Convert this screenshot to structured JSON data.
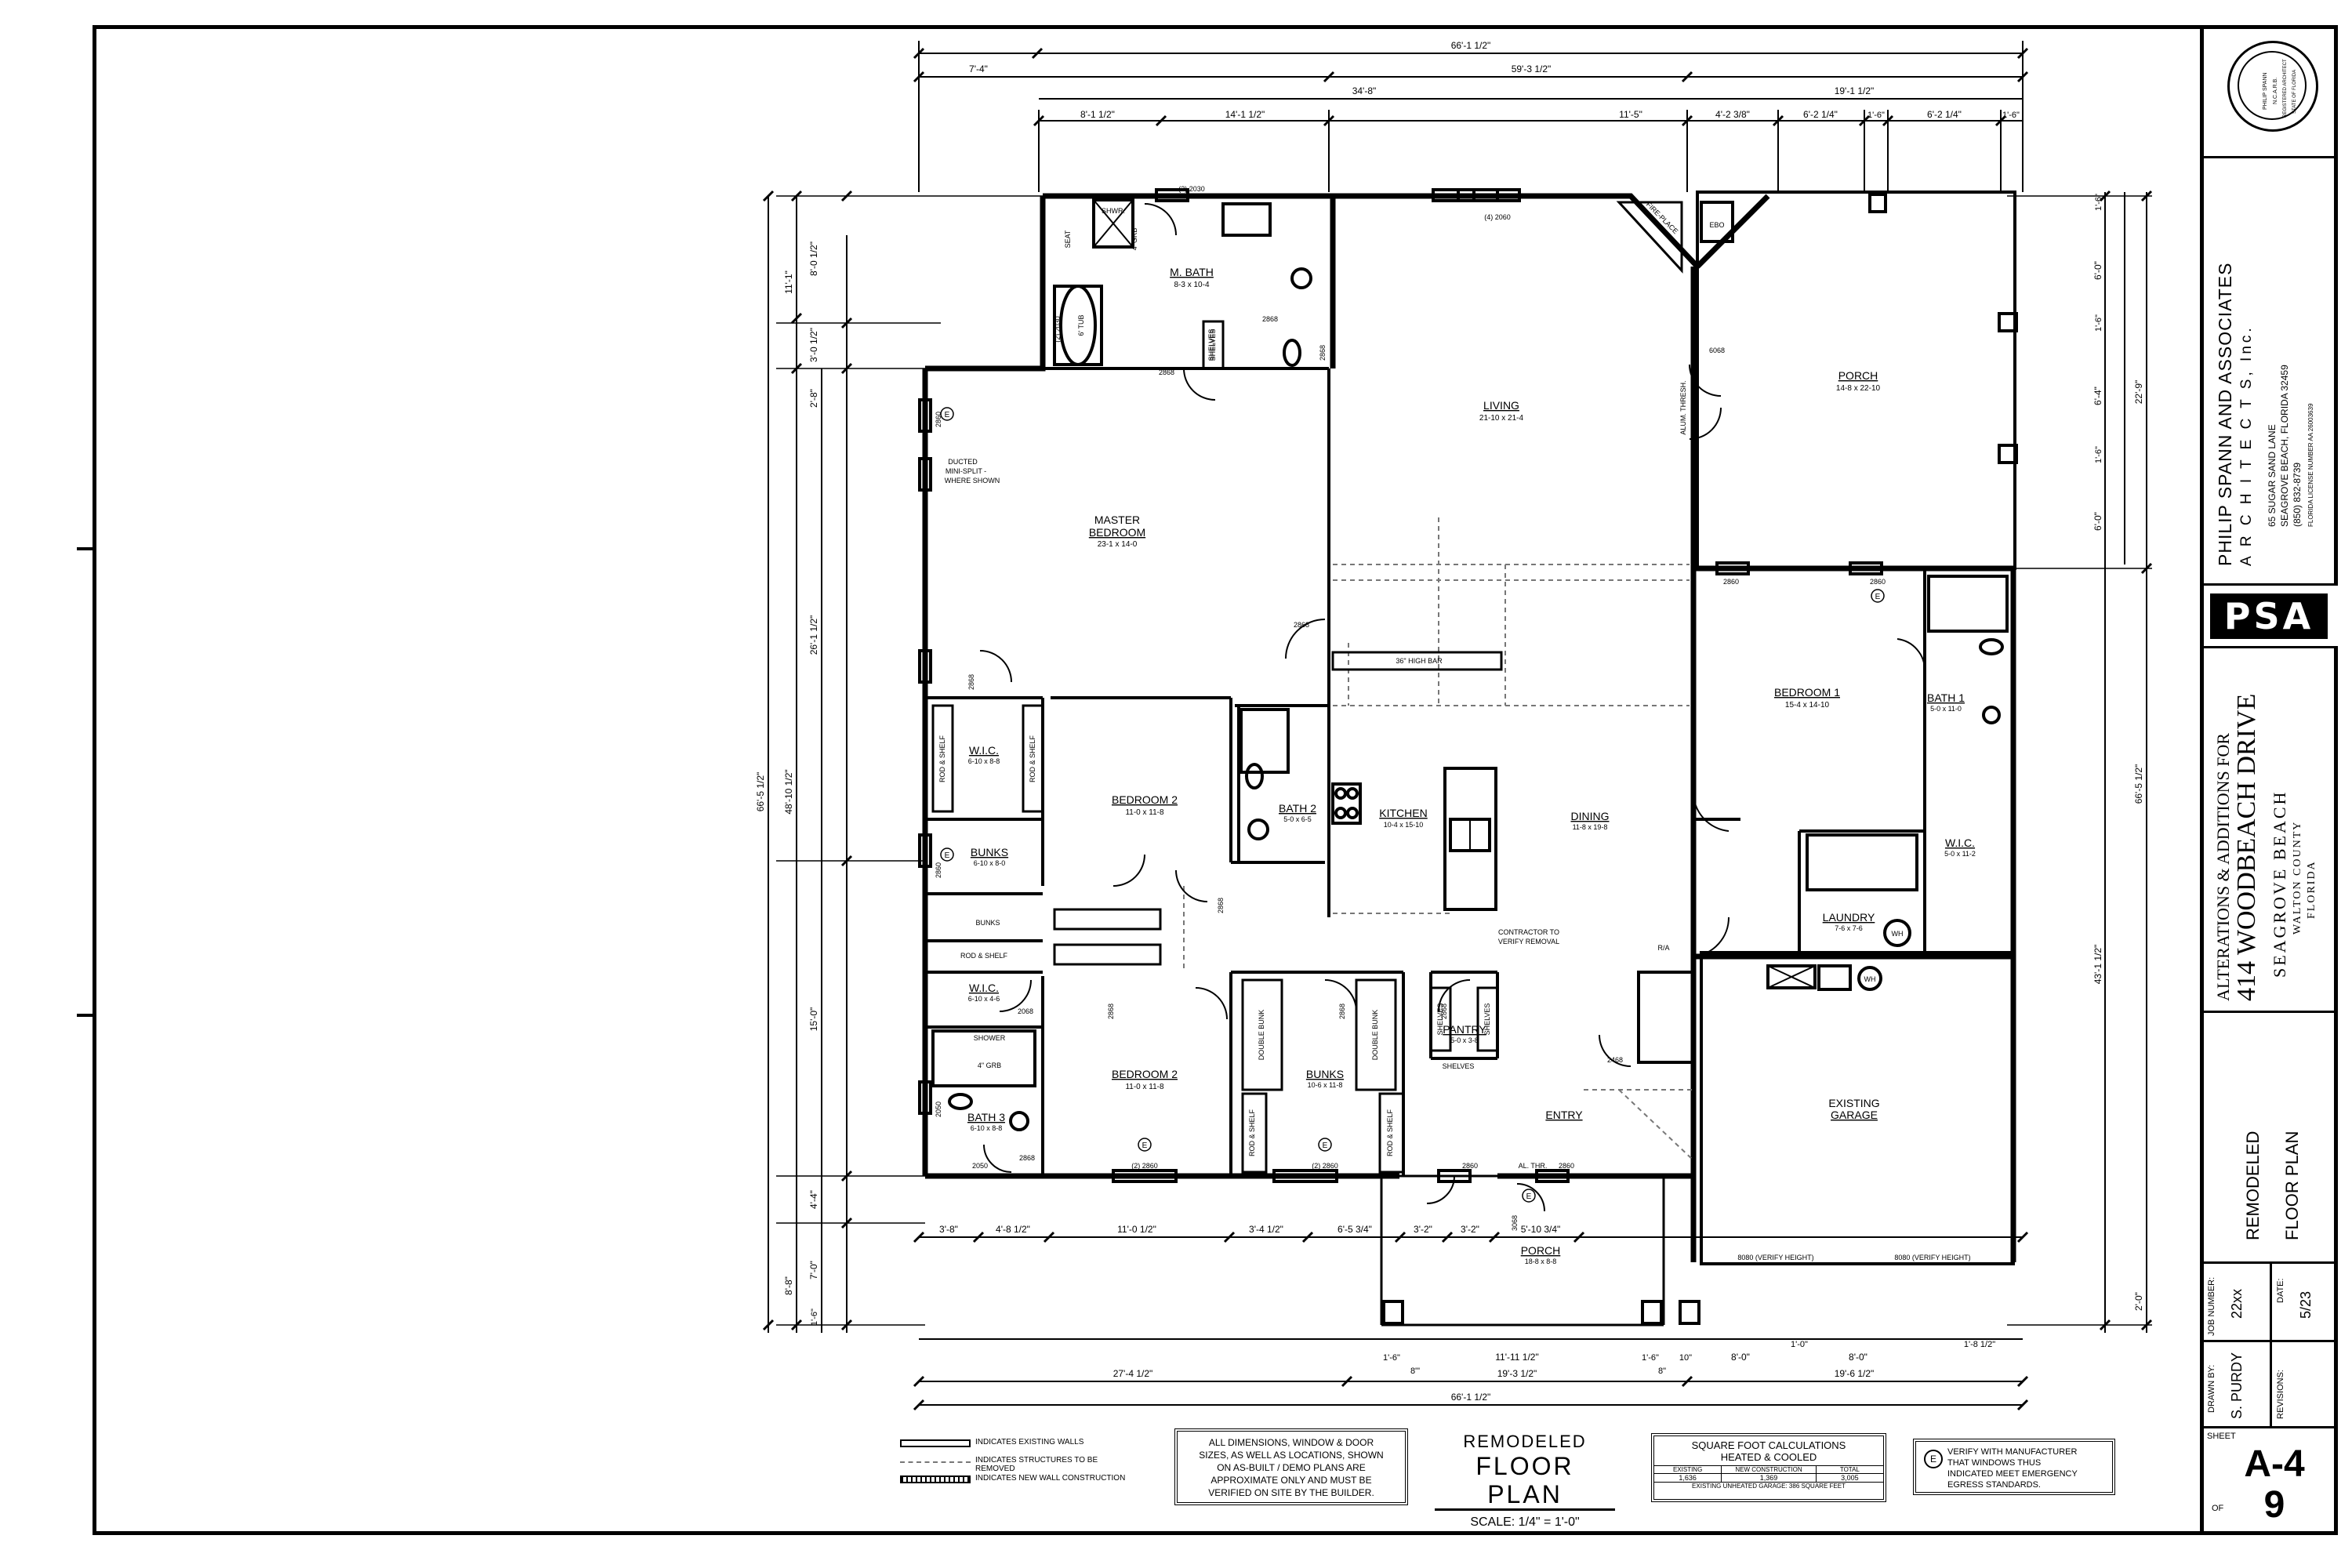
{
  "colors": {
    "ink": "#000000",
    "paper": "#ffffff",
    "gray": "#777777"
  },
  "overall": {
    "top_total": "66'-1 1/2\"",
    "top_left": "7'-4\"",
    "top_right": "59'-3 1/2\"",
    "mid_left": "34'-8\"",
    "mid_right": "19'-1 1/2\"",
    "row3": [
      "8'-1 1/2\"",
      "14'-1 1/2\"",
      "11'-5\"",
      "4'-2 3/8\"",
      "6'-2 1/4\"",
      "1'-6\"",
      "6'-2 1/4\"",
      "1'-6\""
    ],
    "left_outer": "66'-5 1/2\"",
    "left_mid": "48'-10 1/2\"",
    "left_parts": [
      "11'-1\"",
      "8'-0 1/2\"",
      "3'-0 1/2\"",
      "2'-8\"",
      "26'-1 1/2\"",
      "15'-0\"",
      "4'-4\"",
      "7'-0\"",
      "8'-8\"",
      "1'-6\""
    ],
    "right_outer": "66'-5 1/2\"",
    "right_mid": "43'-1 1/2\"",
    "right_parts": [
      "1'-6\"",
      "6'-0\"",
      "1'-6\"",
      "6'-4\"",
      "1'-6\"",
      "6'-0\"",
      "22'-9\"",
      "2'-0\""
    ],
    "bottom_row1": [
      "3'-8\"",
      "4'-8 1/2\"",
      "11'-0 1/2\"",
      "3'-4 1/2\"",
      "6'-5 3/4\"",
      "3'-2\"",
      "3'-2\"",
      "5'-10 3/4\""
    ],
    "bottom_row2": [
      "1'-6\"",
      "8'\"",
      "11'-11 1/2\"",
      "1'-6\"",
      "8\"",
      "10\"",
      "8'-0\"",
      "1'-0\"",
      "8'-0\"",
      "1'-8 1/2\""
    ],
    "bottom_row3": [
      "27'-4 1/2\"",
      "19'-3 1/2\"",
      "19'-6 1/2\""
    ],
    "bottom_total": "66'-1 1/2\""
  },
  "rooms": {
    "m_bath": {
      "name": "M. BATH",
      "size": "8-3 x 10-4"
    },
    "living": {
      "name": "LIVING",
      "size": "21-10 x 21-4"
    },
    "porch_top": {
      "name": "PORCH",
      "size": "14-8 x 22-10"
    },
    "master_bedroom": {
      "name_line1": "MASTER",
      "name_line2": "BEDROOM",
      "size": "23-1 x 14-0"
    },
    "bedroom1": {
      "name": "BEDROOM 1",
      "size": "15-4 x 14-10"
    },
    "bath1": {
      "name": "BATH 1",
      "size": "5-0 x 11-0"
    },
    "wic_master": {
      "name": "W.I.C.",
      "size": "6-10 x 8-8"
    },
    "bedroom2_upper": {
      "name": "BEDROOM 2",
      "size": "11-0 x 11-8"
    },
    "bath2": {
      "name": "BATH 2",
      "size": "5-0 x 6-5"
    },
    "kitchen": {
      "name": "KITCHEN",
      "size": "10-4 x 15-10"
    },
    "dining": {
      "name": "DINING",
      "size": "11-8 x 19-8"
    },
    "bunks_upper": {
      "name": "BUNKS",
      "size": "6-10 x 8-0"
    },
    "wic_bed1": {
      "name": "W.I.C.",
      "size": "5-0 x 11-2"
    },
    "laundry": {
      "name": "LAUNDRY",
      "size": "7-6 x 7-6"
    },
    "wic_lower": {
      "name": "W.I.C.",
      "size": "6-10 x 4-6"
    },
    "bedroom2_lower": {
      "name": "BEDROOM 2",
      "size": "11-0 x 11-8"
    },
    "bunks_lower": {
      "name": "BUNKS",
      "size": "10-6 x 11-8"
    },
    "pantry": {
      "name": "PANTRY",
      "size": "5-0 x 3-8"
    },
    "entry": {
      "name": "ENTRY"
    },
    "bath3": {
      "name": "BATH 3",
      "size": "6-10 x 8-8"
    },
    "existing_garage": {
      "name_line1": "EXISTING",
      "name_line2": "GARAGE"
    },
    "porch_front": {
      "name": "PORCH",
      "size": "18-8 x 8-8"
    }
  },
  "notes": {
    "shwr": "SHWR.",
    "seat": "SEAT",
    "grab4": "4' GRB",
    "tub": "6' TUB",
    "shelves": "SHELVES",
    "win_2030": "(2) 2030",
    "win_4_2060": "(4) 2060",
    "win_2_2030": "(2) 2030",
    "door_2868": "2868",
    "door_2860": "2860",
    "door_6068": "6068",
    "door_2468": "2468",
    "door_2068": "2068",
    "door_3068": "3068",
    "win_2_2860": "(2) 2860",
    "win_2050": "2050",
    "fireplace": "FIRE-PLACE",
    "ebo": "EBO",
    "alum_thresh": "ALUM. THRESH.",
    "al_thr": "AL. THR.",
    "ducted": [
      "DUCTED",
      "MINI-SPLIT -",
      "WHERE SHOWN"
    ],
    "high_bar": "36\" HIGH BAR",
    "rod_shelf": "ROD & SHELF",
    "bunks": "BUNKS",
    "double_bunk": "DOUBLE BUNK",
    "contractor": [
      "CONTRACTOR TO",
      "VERIFY REMOVAL"
    ],
    "ra": "R/A",
    "shower": "SHOWER",
    "grab4b": "4\" GRB",
    "wh": "WH",
    "garage_door1": "8080 (VERIFY HEIGHT)",
    "garage_door2": "8080 (VERIFY HEIGHT)",
    "e": "E"
  },
  "legend": {
    "items": [
      "INDICATES EXISTING WALLS",
      "INDICATES STRUCTURES TO BE REMOVED",
      "INDICATES NEW WALL CONSTRUCTION"
    ],
    "disclaimer": [
      "ALL DIMENSIONS, WINDOW & DOOR",
      "SIZES, AS WELL AS LOCATIONS, SHOWN",
      "ON AS-BUILT / DEMO PLANS ARE",
      "APPROXIMATE ONLY AND MUST BE",
      "VERIFIED ON SITE BY THE BUILDER."
    ],
    "title_line1": "REMODELED",
    "title_line2": "FLOOR PLAN",
    "scale": "SCALE: 1/4\" = 1'-0\"",
    "sqft_title1": "SQUARE FOOT CALCULATIONS",
    "sqft_title2": "HEATED & COOLED",
    "sqft_headers": [
      "EXISTING",
      "NEW CONSTRUCTION",
      "TOTAL"
    ],
    "sqft_values": [
      "1,636",
      "1,369",
      "3,005"
    ],
    "sqft_garage": "EXISTING UNHEATED GARAGE: 386 SQUARE FEET",
    "egress": [
      "VERIFY WITH MANUFACTURER",
      "THAT WINDOWS THUS",
      "INDICATED MEET EMERGENCY",
      "EGRESS STANDARDS."
    ]
  },
  "titleblock": {
    "seal_lines": [
      "PHILIP SPANN",
      "N.C.A.R.B.",
      "REGISTERED ARCHITECT",
      "STATE OF FLORIDA"
    ],
    "firm": "PHILIP SPANN AND ASSOCIATES",
    "firm2": "A R C H I T E C T S, Inc.",
    "addr1": "65 SUGAR SAND LANE",
    "addr2": "SEAGROVE BEACH, FLORIDA 32459",
    "phone": "(850) 832-8739",
    "license": "FLORIDA LICENSE NUMBER AA 26003639",
    "logo": "PSA",
    "project1": "ALTERATIONS & ADDITIONS FOR",
    "project2": "414 WOODBEACH DRIVE",
    "project3": "SEAGROVE BEACH",
    "project4": "WALTON COUNTY",
    "project5": "FLORIDA",
    "sheet_title1": "REMODELED",
    "sheet_title2": "FLOOR PLAN",
    "job_label": "JOB NUMBER:",
    "job": "22xx",
    "date_label": "DATE:",
    "date": "5/23",
    "drawn_label": "DRAWN BY:",
    "drawn": "S. PURDY",
    "rev_label": "REVISIONS:",
    "sheet_label": "SHEET",
    "sheet_no": "A-4",
    "of_label": "OF",
    "of_no": "9"
  }
}
